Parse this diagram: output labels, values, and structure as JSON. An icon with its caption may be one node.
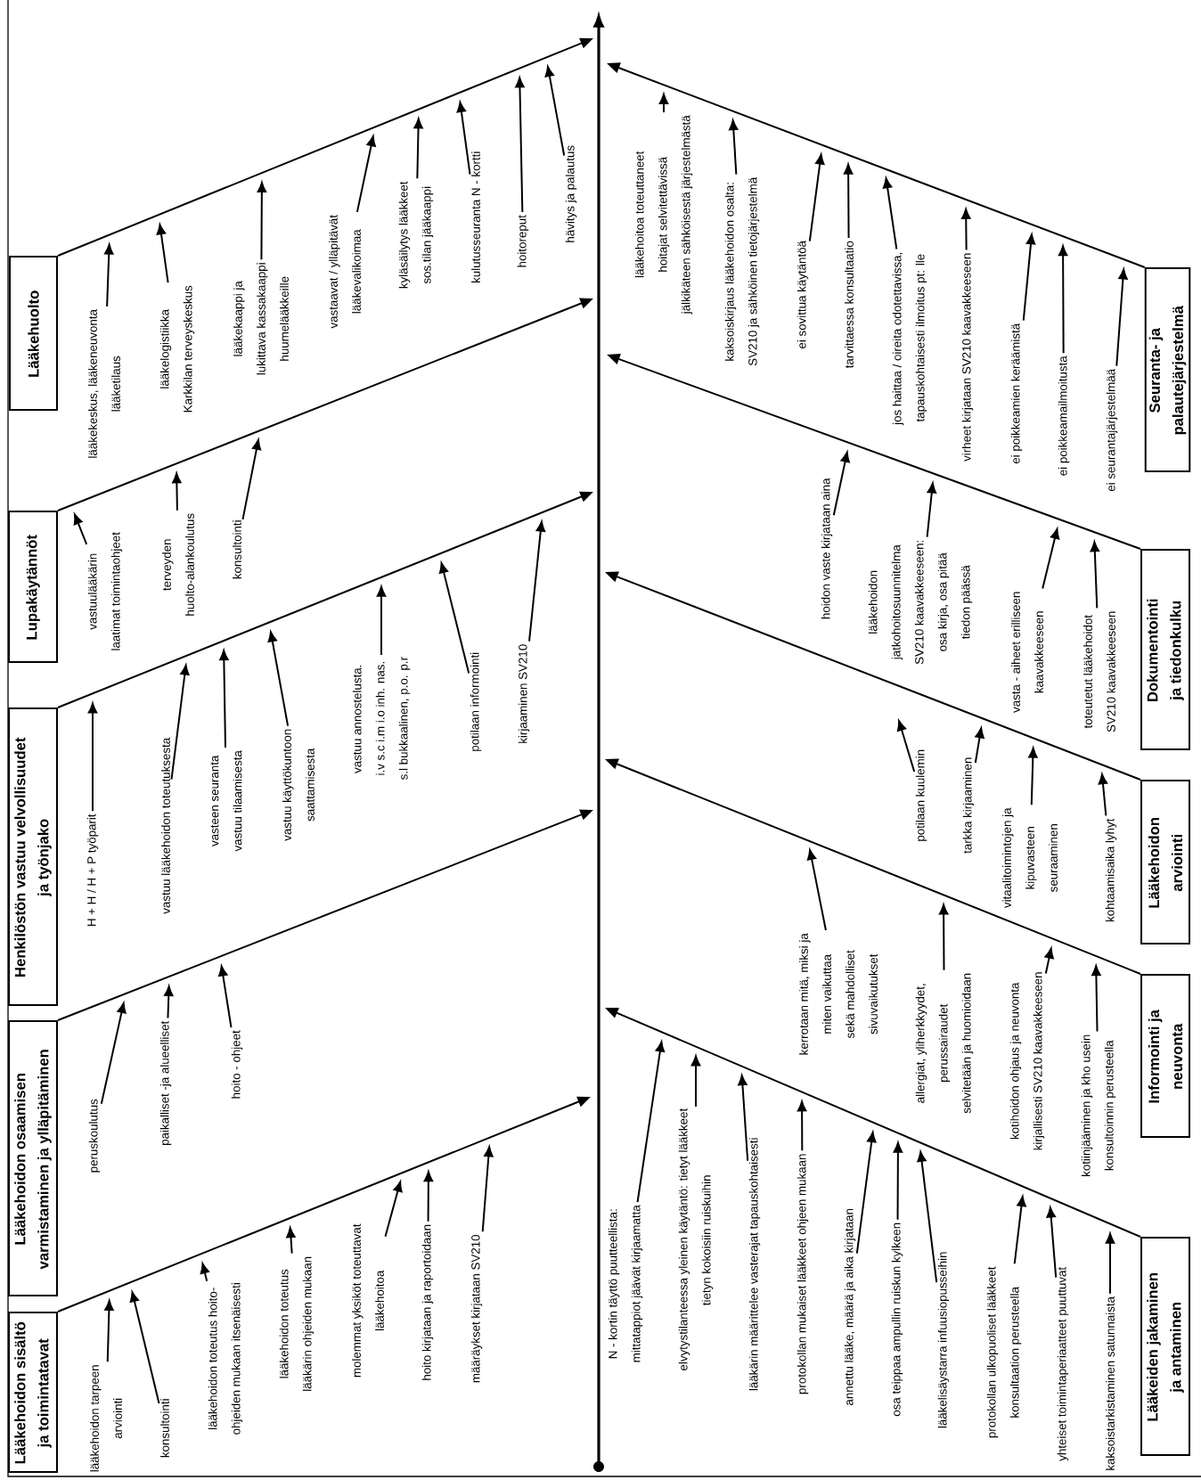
{
  "diagram": {
    "nodes": [
      {
        "text": [
          "Lääkehuolto"
        ]
      },
      {
        "text": [
          "lääkekeskus, lääkeneuvonta lääketilaus"
        ]
      },
      {
        "text": [
          "lääkelogistiikka Karkkilan terveyskeskus"
        ]
      },
      {
        "text": [
          "lääkekaappi ja lukittava kassakaappi huumelääkkeille"
        ]
      },
      {
        "text": [
          "vastaavat / ylläpitävät lääkevalikoimaa"
        ]
      },
      {
        "text": [
          "kyläsäilytys lääkkeet sos.tilan jääkaappi"
        ]
      },
      {
        "text": [
          "kulutusseuranta N - kortti"
        ]
      },
      {
        "text": [
          "hoitoreput"
        ]
      },
      {
        "text": [
          "hävitys ja palautus"
        ]
      },
      {
        "text": [
          "Lupakäytännöt"
        ]
      },
      {
        "text": [
          "vastuulääkärin laatimat toimintaohjeet"
        ]
      },
      {
        "text": [
          "terveyden huolto-alankoulutus"
        ]
      },
      {
        "text": [
          "konsultointi"
        ]
      },
      {
        "text": [
          "Henkilöstön vastuu velvollisuudet ja työnjako"
        ]
      },
      {
        "text": [
          "H + H / H + P työparit"
        ]
      },
      {
        "text": [
          "vastuu lääkehoidon toteutuksesta"
        ]
      },
      {
        "text": [
          "vasteen seuranta vastuu tilaamisesta"
        ]
      },
      {
        "text": [
          "vastuu käyttökuntoon saattamisesta"
        ]
      },
      {
        "text": [
          "vastuu annostelusta. i.v s.c i.m i.o inh. nas. s.l bukkaalinen, p.o. p.r"
        ]
      },
      {
        "text": [
          "potilaan informointi"
        ]
      },
      {
        "text": [
          "kirjaaminen SV210"
        ]
      },
      {
        "text": [
          "Lääkehoidon osaamisen varmistaminen ja ylläpitäminen"
        ]
      },
      {
        "text": [
          "peruskoulutus"
        ]
      },
      {
        "text": [
          "paikalliset -ja alueelliset"
        ]
      },
      {
        "text": [
          "hoito - ohjeet"
        ]
      },
      {
        "text": [
          "Lääkehoidon sisältö ja toimintatavat"
        ]
      },
      {
        "text": [
          "lääkehoidon tarpeen arviointi"
        ]
      },
      {
        "text": [
          "konsultointi"
        ]
      },
      {
        "text": [
          "lääkehoidon toteutus hoito- ohjeiden mukaan itsenäisesti"
        ]
      },
      {
        "text": [
          "lääkehoidon toteutus lääkärin ohjeiden mukaan"
        ]
      },
      {
        "text": [
          "molemmat yksiköt toteuttavat lääkehoitoa"
        ]
      },
      {
        "text": [
          "hoito kirjataan ja raportoidaan"
        ]
      },
      {
        "text": [
          "määräykset kirjataan SV210"
        ]
      },
      {
        "text": [
          "Seuranta- ja palautejärjestelmä"
        ]
      },
      {
        "text": [
          "lääkehoitoa toteuttaneet hoitajat selvitettävissä jälkikäteen sähköisestä järjestelmästä"
        ]
      },
      {
        "text": [
          "kaksoiskirjaus lääkehoidon osalta: SV210 ja sähköinen tietojärjestelmä"
        ]
      },
      {
        "text": [
          "ei sovittua käytäntöä"
        ]
      },
      {
        "text": [
          "tarvittaessa konsultaatio"
        ]
      },
      {
        "text": [
          "jos haittaa / oireita odotettavissa, tapauskohtaisesti ilmoitus pt: lle"
        ]
      },
      {
        "text": [
          "virheet kirjataan SV210 kaavakkeeseen"
        ]
      },
      {
        "text": [
          "ei poikkeamien keräämistä"
        ]
      },
      {
        "text": [
          "ei poikkeamailmoitusta"
        ]
      },
      {
        "text": [
          "ei seurantajärjestelmää"
        ]
      },
      {
        "text": [
          "Dokumentointi ja tiedonkulku"
        ]
      },
      {
        "text": [
          "hoidon vaste kirjataan aina"
        ]
      },
      {
        "text": [
          "lääkehoidon jatkohoitosuunnitelma SV210 kaavakkeeseen: osa kirja, osa pitää tiedon päässä"
        ]
      },
      {
        "text": [
          "vasta - aiheet erilliseen kaavakkeeseen"
        ]
      },
      {
        "text": [
          "toteutetut lääkehoidot SV210 kaavakkeeseen"
        ]
      },
      {
        "text": [
          "Lääkehoidon arviointi"
        ]
      },
      {
        "text": [
          "potilaan kuulemin"
        ]
      },
      {
        "text": [
          "tarkka kirjaaminen"
        ]
      },
      {
        "text": [
          "vitaalitoimintojen ja kipuvasteen seuraaminen"
        ]
      },
      {
        "text": [
          "kohtaamisaika lyhyt"
        ]
      },
      {
        "text": [
          "Informointi ja neuvonta"
        ]
      },
      {
        "text": [
          "kerrotaan mitä, miksi ja miten vaikuttaa sekä mahdolliset sivuvaikutukset"
        ]
      },
      {
        "text": [
          "allergiat, yliherkkyydet, perussairaudet selvitetään ja huomioidaan"
        ]
      },
      {
        "text": [
          "kotihoidon ohjaus ja neuvonta kirjallisesti SV210 kaavakkeeseen"
        ]
      },
      {
        "text": [
          "kotiinjääminen ja kho usein konsultoinnin perusteella"
        ]
      },
      {
        "text": [
          "Lääkeiden jakaminen ja antaminen"
        ]
      },
      {
        "text": [
          "N - kortin täyttö puutteellista: mittatappiot jäävät kirjaamatta"
        ]
      },
      {
        "text": [
          "elvytystilanteessa yleinen käytäntö: tietyt lääkkeet tietyn kokoisiin ruiskuihin"
        ]
      },
      {
        "text": [
          "lääkärin määrittelee vasterajat tapauskohtaisesti"
        ]
      },
      {
        "text": [
          "protokollan mukaiset lääkkeet ohjeen mukaan"
        ]
      },
      {
        "text": [
          "annettu lääke, määrä ja aika kirjataan"
        ]
      },
      {
        "text": [
          "osa teippaa ampullin ruiskun kylkeen"
        ]
      },
      {
        "text": [
          "lääkelisäystarra infuusiopusseihin"
        ]
      },
      {
        "text": [
          "protokollan ulkopuoliset lääkkeet konsultaation perusteella"
        ]
      },
      {
        "text": [
          "yhteiset toimintaperiaatteet puuttuvat"
        ]
      },
      {
        "text": [
          "kaksoistarkistaminen satunnaista"
        ]
      }
    ],
    "edges": [
      {
        "from": 0,
        "to": null,
        "arrow": "to"
      },
      {
        "from": 1,
        "to": null,
        "arrow": "to"
      },
      {
        "from": 2,
        "to": null,
        "arrow": "to"
      },
      {
        "from": 3,
        "to": null,
        "arrow": "to"
      },
      {
        "from": 4,
        "to": null,
        "arrow": "to"
      },
      {
        "from": 5,
        "to": null,
        "arrow": "to"
      },
      {
        "from": 6,
        "to": null,
        "arrow": "to"
      },
      {
        "from": 7,
        "to": null,
        "arrow": "to"
      },
      {
        "from": 8,
        "to": null,
        "arrow": "to"
      },
      {
        "from": 9,
        "to": null,
        "arrow": "to"
      },
      {
        "from": 10,
        "to": null,
        "arrow": "to"
      },
      {
        "from": 11,
        "to": null,
        "arrow": "to"
      },
      {
        "from": 12,
        "to": null,
        "arrow": "to"
      },
      {
        "from": 13,
        "to": null,
        "arrow": "to"
      },
      {
        "from": 14,
        "to": null,
        "arrow": "to"
      },
      {
        "from": 15,
        "to": null,
        "arrow": "to"
      },
      {
        "from": 16,
        "to": null,
        "arrow": "to"
      },
      {
        "from": 17,
        "to": null,
        "arrow": "to"
      },
      {
        "from": 18,
        "to": null,
        "arrow": "to"
      },
      {
        "from": 19,
        "to": null,
        "arrow": "to"
      },
      {
        "from": 20,
        "to": null,
        "arrow": "to"
      },
      {
        "from": 21,
        "to": null,
        "arrow": "to"
      },
      {
        "from": 22,
        "to": null,
        "arrow": "to"
      },
      {
        "from": 23,
        "to": null,
        "arrow": "to"
      },
      {
        "from": 24,
        "to": null,
        "arrow": "to"
      },
      {
        "from": 25,
        "to": null,
        "arrow": "to"
      },
      {
        "from": 26,
        "to": null,
        "arrow": "to"
      },
      {
        "from": 27,
        "to": null,
        "arrow": "to"
      },
      {
        "from": 28,
        "to": null,
        "arrow": "to"
      },
      {
        "from": 29,
        "to": null,
        "arrow": "to"
      },
      {
        "from": 30,
        "to": null,
        "arrow": "to"
      },
      {
        "from": 31,
        "to": null,
        "arrow": "to"
      },
      {
        "from": 32,
        "to": null,
        "arrow": "to"
      },
      {
        "from": 33,
        "to": null,
        "arrow": "to"
      },
      {
        "from": 34,
        "to": null,
        "arrow": "to"
      },
      {
        "from": 35,
        "to": null,
        "arrow": "to"
      },
      {
        "from": 36,
        "to": null,
        "arrow": "to"
      },
      {
        "from": 37,
        "to": null,
        "arrow": "to"
      },
      {
        "from": 38,
        "to": null,
        "arrow": "to"
      },
      {
        "from": 39,
        "to": null,
        "arrow": "to"
      },
      {
        "from": 40,
        "to": null,
        "arrow": "to"
      },
      {
        "from": 41,
        "to": null,
        "arrow": "to"
      },
      {
        "from": 42,
        "to": null,
        "arrow": "to"
      },
      {
        "from": 43,
        "to": null,
        "arrow": "to"
      },
      {
        "from": 44,
        "to": null,
        "arrow": "to"
      },
      {
        "from": 45,
        "to": null,
        "arrow": "to"
      },
      {
        "from": 46,
        "to": null,
        "arrow": "to"
      },
      {
        "from": 47,
        "to": null,
        "arrow": "to"
      },
      {
        "from": 48,
        "to": null,
        "arrow": "to"
      },
      {
        "from": 49,
        "to": null,
        "arrow": "to"
      },
      {
        "from": 50,
        "to": null,
        "arrow": "to"
      },
      {
        "from": 51,
        "to": null,
        "arrow": "to"
      },
      {
        "from": 52,
        "to": null,
        "arrow": "to"
      },
      {
        "from": 53,
        "to": null,
        "arrow": "to"
      },
      {
        "from": 54,
        "to": null,
        "arrow": "to"
      },
      {
        "from": 55,
        "to": null,
        "arrow": "to"
      },
      {
        "from": 56,
        "to": null,
        "arrow": "to"
      },
      {
        "from": 57,
        "to": null,
        "arrow": "to"
      },
      {
        "from": 58,
        "to": null,
        "arrow": "to"
      },
      {
        "from": 59,
        "to": null,
        "arrow": "to"
      },
      {
        "from": 60,
        "to": null,
        "arrow": "to"
      },
      {
        "from": 61,
        "to": null,
        "arrow": "to"
      },
      {
        "from": 62,
        "to": null,
        "arrow": "to"
      },
      {
        "from": 63,
        "to": null,
        "arrow": "to"
      },
      {
        "from": 64,
        "to": null,
        "arrow": "to"
      },
      {
        "from": 65,
        "to": null,
        "arrow": "to"
      },
      {
        "from": 66,
        "to": null,
        "arrow": "to"
      },
      {
        "from": 67,
        "to": null,
        "arrow": "to"
      },
      {
        "from": 68,
        "to": null,
        "arrow": "to"
      }
    ]
  }
}
